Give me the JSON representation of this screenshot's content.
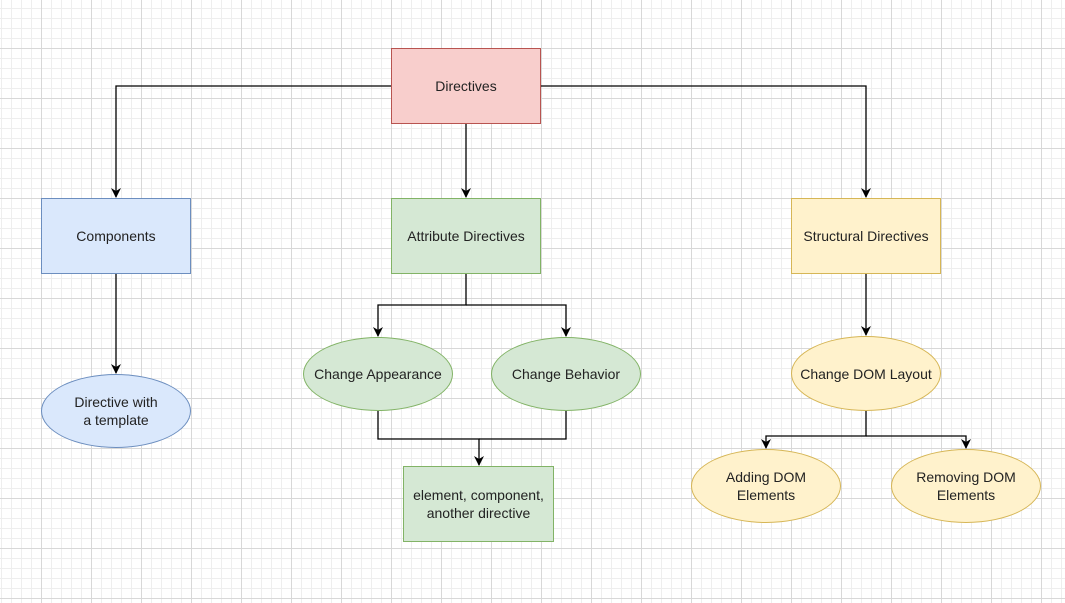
{
  "diagram": {
    "nodes": {
      "directives": {
        "label": "Directives",
        "fill": "#f8cecc",
        "stroke": "#b85450"
      },
      "components": {
        "label": "Components",
        "fill": "#dae8fc",
        "stroke": "#6c8ebf"
      },
      "attribute_directives": {
        "label": "Attribute Directives",
        "fill": "#d5e8d4",
        "stroke": "#82b366"
      },
      "structural_directives": {
        "label": "Structural Directives",
        "fill": "#fff2cc",
        "stroke": "#d6b656"
      },
      "directive_with_template": {
        "label": "Directive with a template",
        "fill": "#dae8fc",
        "stroke": "#6c8ebf"
      },
      "change_appearance": {
        "label": "Change Appearance",
        "fill": "#d5e8d4",
        "stroke": "#82b366"
      },
      "change_behavior": {
        "label": "Change Behavior",
        "fill": "#d5e8d4",
        "stroke": "#82b366"
      },
      "change_dom_layout": {
        "label": "Change DOM Layout",
        "fill": "#fff2cc",
        "stroke": "#d6b656"
      },
      "element_component_directive": {
        "label": "element, component, another directive",
        "fill": "#d5e8d4",
        "stroke": "#82b366"
      },
      "adding_dom_elements": {
        "label": "Adding DOM Elements",
        "fill": "#fff2cc",
        "stroke": "#d6b656"
      },
      "removing_dom_elements": {
        "label": "Removing DOM Elements",
        "fill": "#fff2cc",
        "stroke": "#d6b656"
      }
    },
    "edges": [
      {
        "from": "directives",
        "to": "components"
      },
      {
        "from": "directives",
        "to": "attribute_directives"
      },
      {
        "from": "directives",
        "to": "structural_directives"
      },
      {
        "from": "components",
        "to": "directive_with_template"
      },
      {
        "from": "attribute_directives",
        "to": "change_appearance"
      },
      {
        "from": "attribute_directives",
        "to": "change_behavior"
      },
      {
        "from": "change_appearance",
        "to": "element_component_directive"
      },
      {
        "from": "change_behavior",
        "to": "element_component_directive"
      },
      {
        "from": "structural_directives",
        "to": "change_dom_layout"
      },
      {
        "from": "change_dom_layout",
        "to": "adding_dom_elements"
      },
      {
        "from": "change_dom_layout",
        "to": "removing_dom_elements"
      }
    ],
    "connector_color": "#000000"
  }
}
